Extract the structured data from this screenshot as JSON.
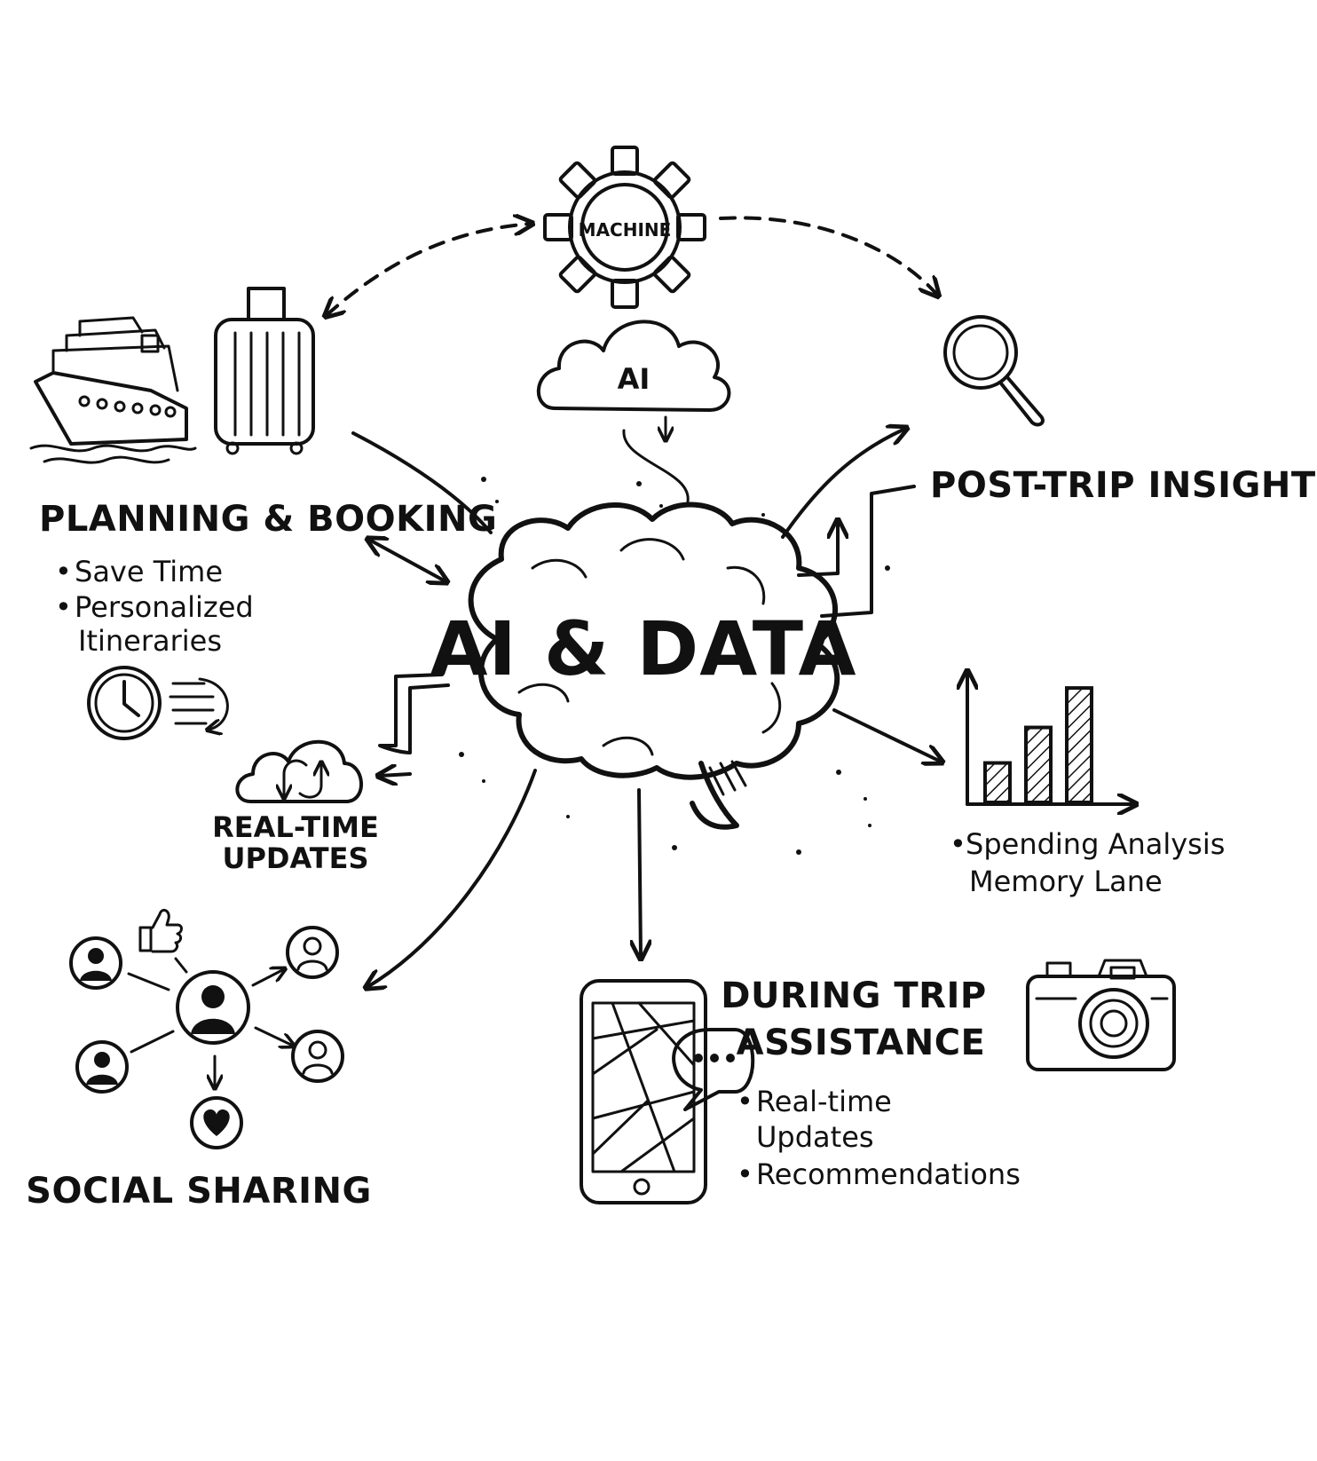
{
  "center": {
    "title": "AI & DATA"
  },
  "machine": {
    "label": "MACHINE"
  },
  "cloud": {
    "label": "AI"
  },
  "planning": {
    "title": "PLANNING & BOOKING",
    "bullets": [
      "Save Time",
      "Personalized",
      "Itineraries"
    ]
  },
  "realtime": {
    "line1": "REAL-TIME",
    "line2": "UPDATES"
  },
  "social": {
    "title": "SOCIAL SHARING"
  },
  "during": {
    "title_line1": "DURING TRIP",
    "title_line2": "ASSISTANCE",
    "bullets": [
      "Real-time",
      "Updates",
      "Recommendations"
    ]
  },
  "post": {
    "title": "POST-TRIP INSIGHTS"
  },
  "spending": {
    "line1": "Spending Analysis",
    "line2": "Memory Lane"
  },
  "colors": {
    "ink": "#111111",
    "paper": "#ffffff"
  },
  "icons": [
    "cruise-ship-icon",
    "suitcase-icon",
    "gear-icon",
    "cloud-icon",
    "magnifier-icon",
    "clock-icon",
    "speed-lines-icon",
    "cloud-sync-icon",
    "thumbs-up-icon",
    "user-icon",
    "heart-icon",
    "smartphone-map-icon",
    "chat-bubble-icon",
    "bar-chart-icon",
    "camera-icon",
    "brain-icon"
  ],
  "chart_data": {
    "type": "bar",
    "categories": [
      "",
      "",
      ""
    ],
    "values": [
      1,
      1.9,
      2.9
    ],
    "ylim": [
      0,
      3.6
    ],
    "grid": false
  }
}
